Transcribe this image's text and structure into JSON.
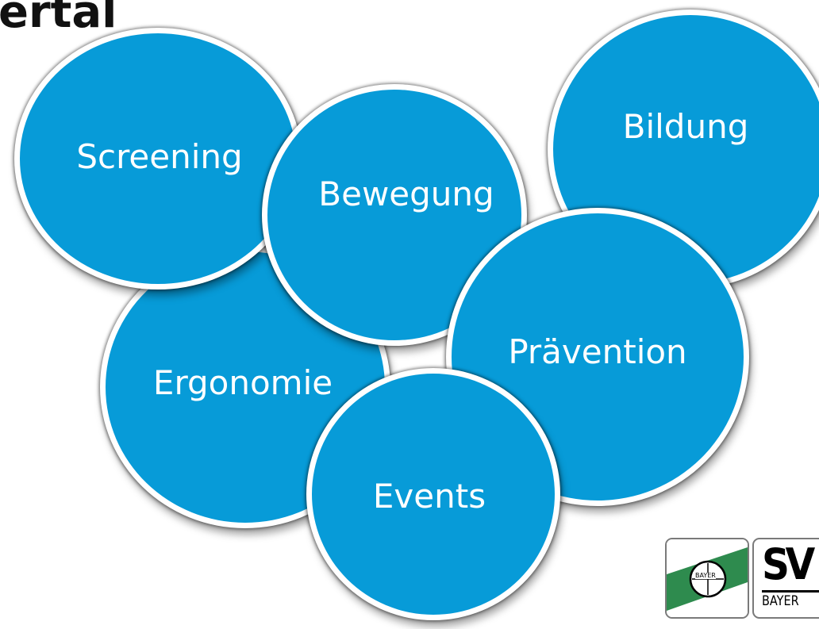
{
  "heading": "ertal",
  "topics": [
    {
      "label": "Screening"
    },
    {
      "label": "Bewegung"
    },
    {
      "label": "Bildung"
    },
    {
      "label": "Ergonomie"
    },
    {
      "label": "Prävention"
    },
    {
      "label": "Events"
    }
  ],
  "logos": {
    "bayer_cross": {
      "icon": "bayer-cross-icon",
      "text": "BAYER"
    },
    "svb": {
      "mark": "SV",
      "text": "BAYER"
    }
  },
  "colors": {
    "bubble": "#079bd8",
    "bubble_text": "#ffffff",
    "logo_green": "#2e8b4e"
  }
}
